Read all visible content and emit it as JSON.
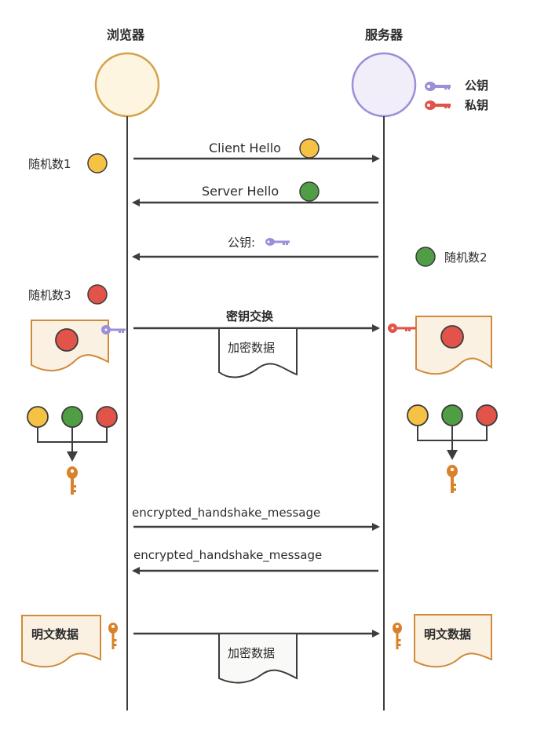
{
  "participants": {
    "browser": {
      "label": "浏览器",
      "circle_fill": "#fdf5df",
      "circle_stroke": "#d4a24c"
    },
    "server": {
      "label": "服务器",
      "circle_fill": "#f1eef9",
      "circle_stroke": "#9a8fd8"
    }
  },
  "legend": {
    "public_key": {
      "label": "公钥",
      "color": "#9a8fd8"
    },
    "private_key": {
      "label": "私钥",
      "color": "#e2534a"
    }
  },
  "random_numbers": {
    "r1": {
      "label": "随机数1",
      "color": "#f6c244"
    },
    "r2": {
      "label": "随机数2",
      "color": "#4f9e46"
    },
    "r3": {
      "label": "随机数3",
      "color": "#e2534a"
    }
  },
  "messages": [
    {
      "label": "Client Hello",
      "direction": "right",
      "token": "r1"
    },
    {
      "label": "Server Hello",
      "direction": "left",
      "token": "r2"
    },
    {
      "label": "公钥:",
      "direction": "left",
      "token": "public_key"
    },
    {
      "label": "密钥交换",
      "direction": "right",
      "attachment": "加密数据"
    },
    {
      "label": "encrypted_handshake_message",
      "direction": "right"
    },
    {
      "label": "encrypted_handshake_message",
      "direction": "left"
    },
    {
      "label": "",
      "direction": "right",
      "attachment": "加密数据"
    }
  ],
  "documents": {
    "plain_left": "明文数据",
    "plain_right": "明文数据",
    "encrypted": "加密数据"
  },
  "colors": {
    "line": "#3d3d3d",
    "doc_fill": "#fbf1e2",
    "doc_stroke": "#d08a3a",
    "session_key": "#d9822b"
  }
}
